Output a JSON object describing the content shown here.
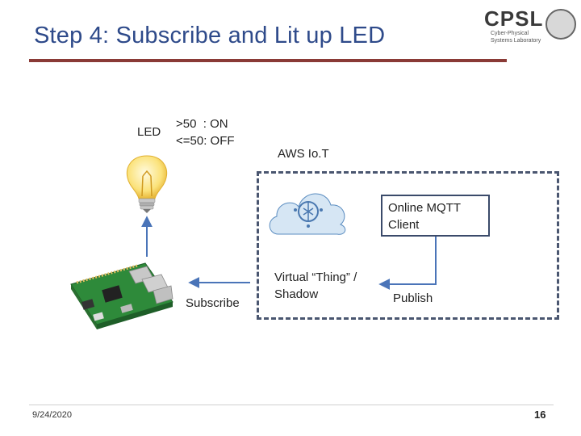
{
  "slide": {
    "title": "Step 4: Subscribe and Lit up LED",
    "logo_text": "CPSL",
    "logo_subtitle_1": "Cyber-Physical",
    "logo_subtitle_2": "Systems Laboratory",
    "date": "9/24/2020",
    "page_number": "16",
    "accent_color": "#8a3a36",
    "title_color": "#2e4a8a"
  },
  "diagram": {
    "led_label": "LED",
    "rule_on": ">50  : ON",
    "rule_off": "<=50: OFF",
    "aws_label": "AWS Io.T",
    "mqtt_label_1": "Online MQTT",
    "mqtt_label_2": "Client",
    "thing_label_1": "Virtual “Thing” /",
    "thing_label_2": "Shadow",
    "publish_label": "Publish",
    "subscribe_label": "Subscribe",
    "arrow_color": "#4a74b8"
  }
}
